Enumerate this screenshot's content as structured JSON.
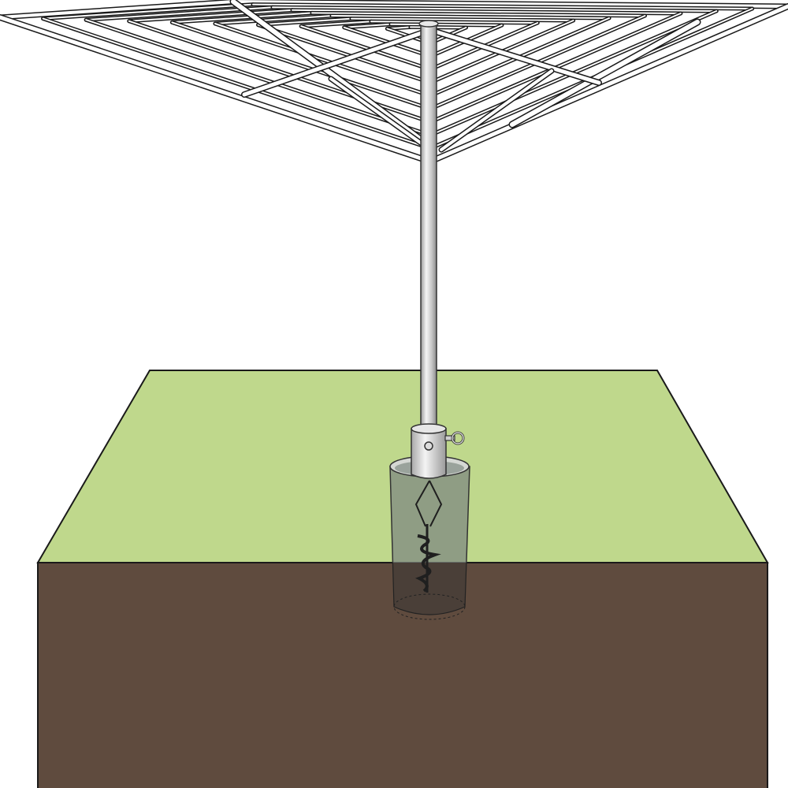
{
  "illustration": {
    "subject": "rotary-clothesline-ground-spike-installation",
    "colors": {
      "background": "#ffffff",
      "grass": "#bfd88c",
      "soil": "#5f4b3e",
      "outline": "#1a1a1a",
      "frame": "#ffffff",
      "pole_light": "#f2f2f2",
      "pole_mid": "#bfbfbf",
      "pole_dark": "#8a8a8a",
      "tube": "#7f8a82",
      "tube_below_ground": "#4a3f38",
      "spike": "#2b2b2b"
    },
    "parts": [
      "rotary-frame",
      "center-pole",
      "pole-collar",
      "locking-eye-bolt",
      "ground-socket-tube",
      "auger-spike",
      "grass-surface",
      "soil-block"
    ]
  }
}
